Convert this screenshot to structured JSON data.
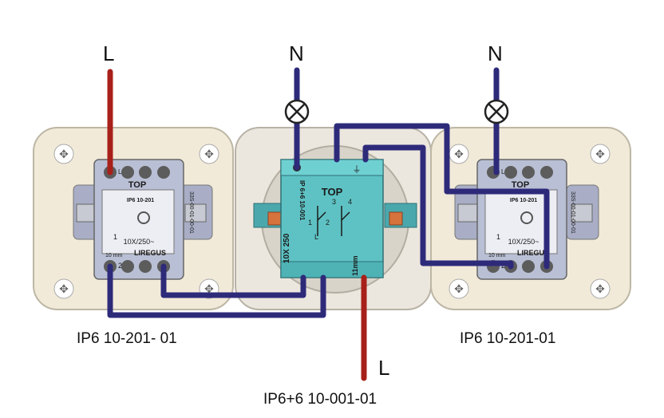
{
  "labels": {
    "live_top": "L",
    "neutral_center": "N",
    "neutral_right": "N",
    "live_bottom": "L"
  },
  "captions": {
    "left_switch": "IP6 10-201- 01",
    "right_switch": "IP6 10-201-01",
    "center_switch": "IP6+6 10-001-01"
  },
  "left_switch": {
    "top": "TOP",
    "model": "IP6 10-201",
    "rating": "10X/250~",
    "brand": "LIREGUS",
    "side_code": "33S-00-01-00-01",
    "strip": "10 mm",
    "terminals": [
      "L",
      "1",
      "2"
    ]
  },
  "right_switch": {
    "top": "TOP",
    "model": "IP6 10-201",
    "rating": "10X/250~",
    "brand": "LIREGUS",
    "side_code": "33S-00-01-00-01",
    "strip": "10 mm",
    "terminals": [
      "L",
      "1",
      "2"
    ]
  },
  "center_switch": {
    "top": "TOP",
    "model": "IP 6+6 10-001",
    "rating": "10X 250",
    "strip": "11mm",
    "terminals": [
      "L",
      "1",
      "2",
      "3",
      "4"
    ]
  },
  "colors": {
    "live_wire": "#a8201a",
    "neutral_wire": "#2e2a7a",
    "frame": "#f2ead9",
    "mechanism": "#b9bfd4",
    "center_module": "#5ec2c4"
  },
  "icons": [
    "lamp-icon",
    "screw-icon",
    "ground-icon"
  ]
}
